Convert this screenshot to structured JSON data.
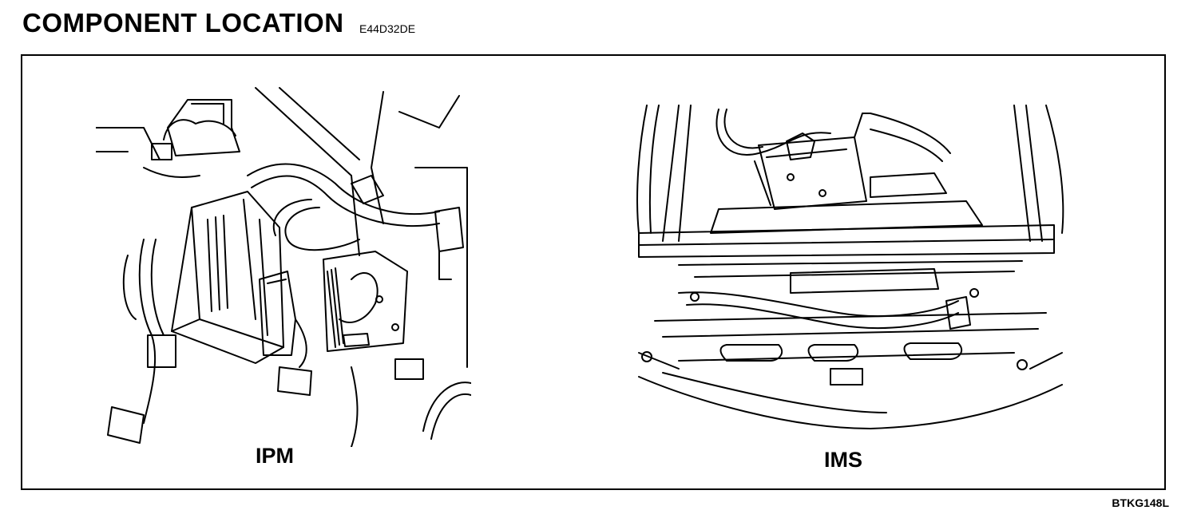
{
  "header": {
    "title": "COMPONENT LOCATION",
    "code": "E44D32DE"
  },
  "figures": [
    {
      "caption": "IPM",
      "illustration_icon": "ipm-dashboard-wiring-illustration"
    },
    {
      "caption": "IMS",
      "illustration_icon": "ims-seat-frame-illustration"
    }
  ],
  "footer": {
    "figure_id": "BTKG148L"
  },
  "colors": {
    "ink": "#000000",
    "paper": "#ffffff"
  }
}
